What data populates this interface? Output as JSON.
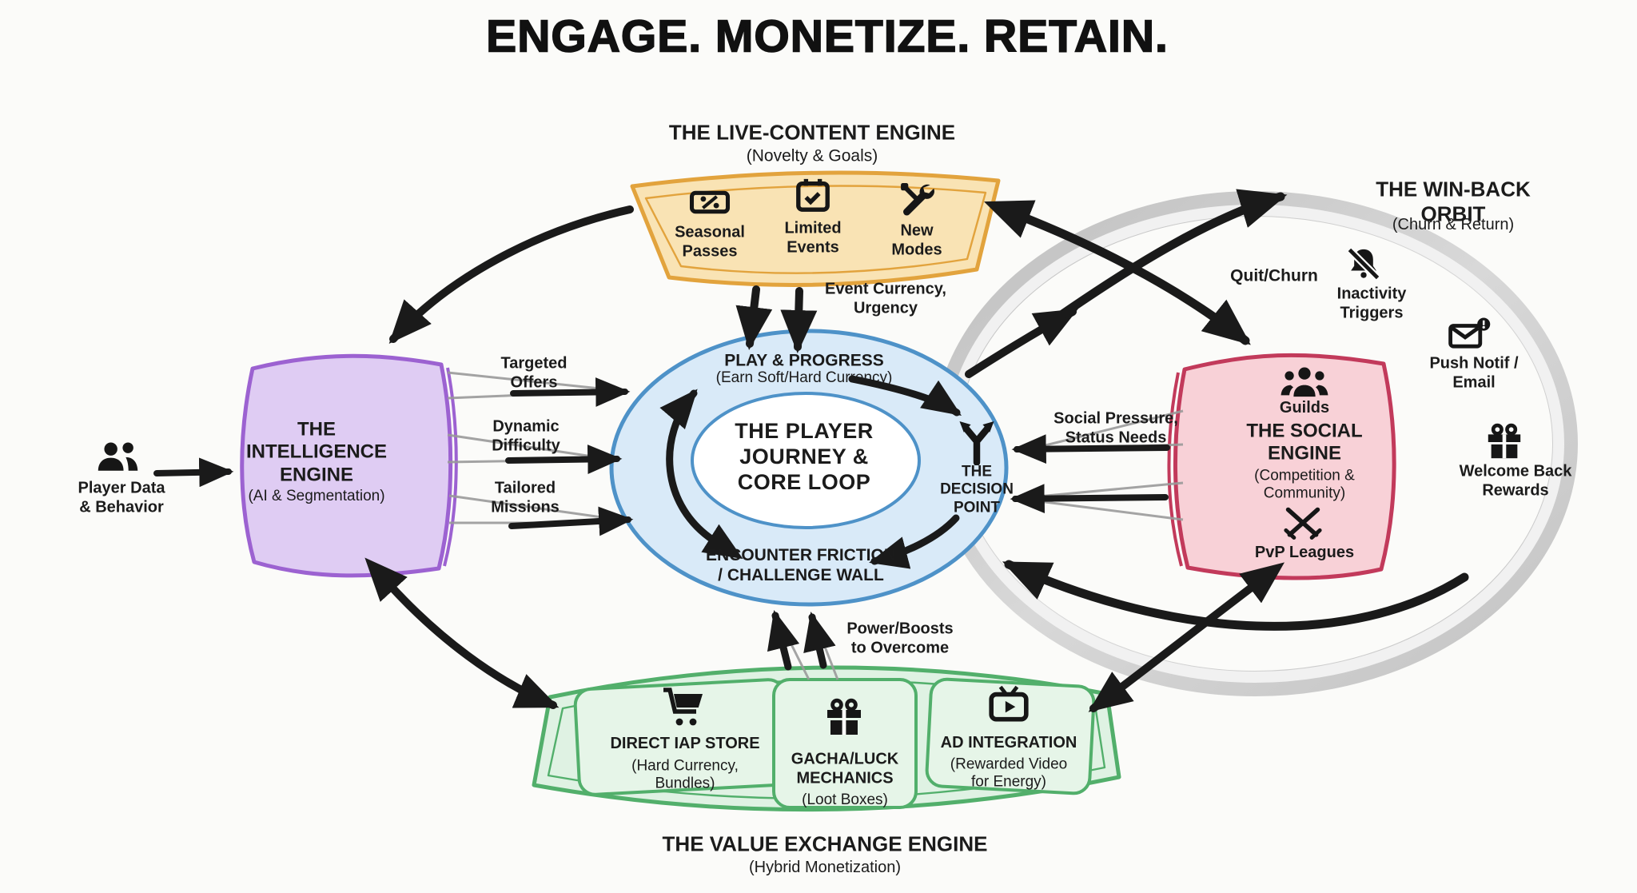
{
  "header": {
    "title": "ENGAGE. MONETIZE. RETAIN."
  },
  "live": {
    "title": "THE LIVE-CONTENT ENGINE",
    "subtitle": "(Novelty & Goals)",
    "items": [
      {
        "icon": "ticket-percent-icon",
        "label": "Seasonal\nPasses"
      },
      {
        "icon": "calendar-check-icon",
        "label": "Limited\nEvents"
      },
      {
        "icon": "tools-icon",
        "label": "New\nModes"
      }
    ]
  },
  "intelligence": {
    "title": "THE\nINTELLIGENCE\nENGINE",
    "subtitle": "(AI & Segmentation)"
  },
  "player_data": {
    "icon": "users-icon",
    "label": "Player Data\n& Behavior"
  },
  "core_loop": {
    "play": "PLAY & PROGRESS",
    "play_sub": "(Earn Soft/Hard Currency)",
    "center": "THE PLAYER\nJOURNEY &\nCORE LOOP",
    "decision_icon": "y-fork-icon",
    "decision": "THE\nDECISION\nPOINT",
    "friction": "ENCOUNTER FRICTION\n/ CHALLENGE WALL"
  },
  "social": {
    "guilds_icon": "guilds-icon",
    "guilds": "Guilds",
    "title": "THE SOCIAL\nENGINE",
    "subtitle": "(Competition &\nCommunity)",
    "pvp_icon": "crossed-swords-icon",
    "pvp": "PvP Leagues"
  },
  "winback": {
    "title": "THE WIN-BACK ORBIT",
    "subtitle": "(Churn & Return)",
    "quit": "Quit/Churn",
    "inactivity_icon": "bell-slash-icon",
    "inactivity": "Inactivity\nTriggers",
    "push_icon": "mail-alert-icon",
    "push": "Push Notif /\nEmail",
    "welcome_icon": "gift-icon",
    "welcome": "Welcome Back\nRewards"
  },
  "flows": {
    "targeted": "Targeted\nOffers",
    "dynamic": "Dynamic\nDifficulty",
    "tailored": "Tailored\nMissions",
    "event_currency": "Event Currency,\nUrgency",
    "social_pressure": "Social Pressure,\nStatus Needs",
    "power_boosts": "Power/Boosts\nto Overcome"
  },
  "value": {
    "title": "THE VALUE EXCHANGE ENGINE",
    "subtitle": "(Hybrid Monetization)",
    "items": [
      {
        "icon": "cart-icon",
        "title": "DIRECT IAP STORE",
        "subtitle": "(Hard Currency,\nBundles)"
      },
      {
        "icon": "gift-icon",
        "title": "GACHA/LUCK\nMECHANICS",
        "subtitle": "(Loot Boxes)"
      },
      {
        "icon": "tv-play-icon",
        "title": "AD INTEGRATION",
        "subtitle": "(Rewarded Video\nfor Energy)"
      }
    ]
  },
  "colors": {
    "background": "#fbfbf9",
    "orange_border": "#e2a33d",
    "orange_fill": "#f9e3b4",
    "purple_border": "#9c62d1",
    "purple_fill": "#dfccf3",
    "blue_border": "#4e92c8",
    "blue_fill": "#d9eaf8",
    "red_border": "#c23a5b",
    "pink_fill": "#f8d1d7",
    "green_border": "#52af6b",
    "green_fill": "#dff2e3",
    "orbit_gray": "#c9c9c9",
    "arrow_black": "#1a1a1a"
  }
}
